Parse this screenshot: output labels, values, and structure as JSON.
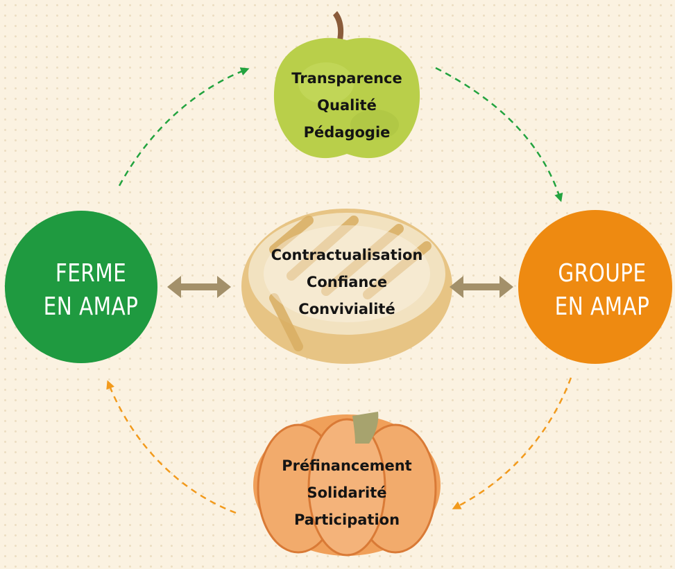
{
  "actors": {
    "farm": {
      "line1": "FERME",
      "line2": "EN AMAP",
      "color": "#1f9a40"
    },
    "group": {
      "line1": "GROUPE",
      "line2": "EN AMAP",
      "color": "#ee8a11"
    }
  },
  "apple": {
    "values": [
      "Transparence",
      "Qualité",
      "Pédagogie"
    ],
    "color": "#b9cf4a"
  },
  "bread": {
    "values": [
      "Contractualisation",
      "Confiance",
      "Convivialité"
    ],
    "color": "#e7c484"
  },
  "pumpkin": {
    "values": [
      "Préfinancement",
      "Solidarité",
      "Participation"
    ],
    "color": "#f0a05a"
  },
  "colors": {
    "background": "#fbf2e1",
    "green_arrow": "#23a33f",
    "orange_arrow": "#f29a1c",
    "double_arrow": "#a3906a"
  }
}
